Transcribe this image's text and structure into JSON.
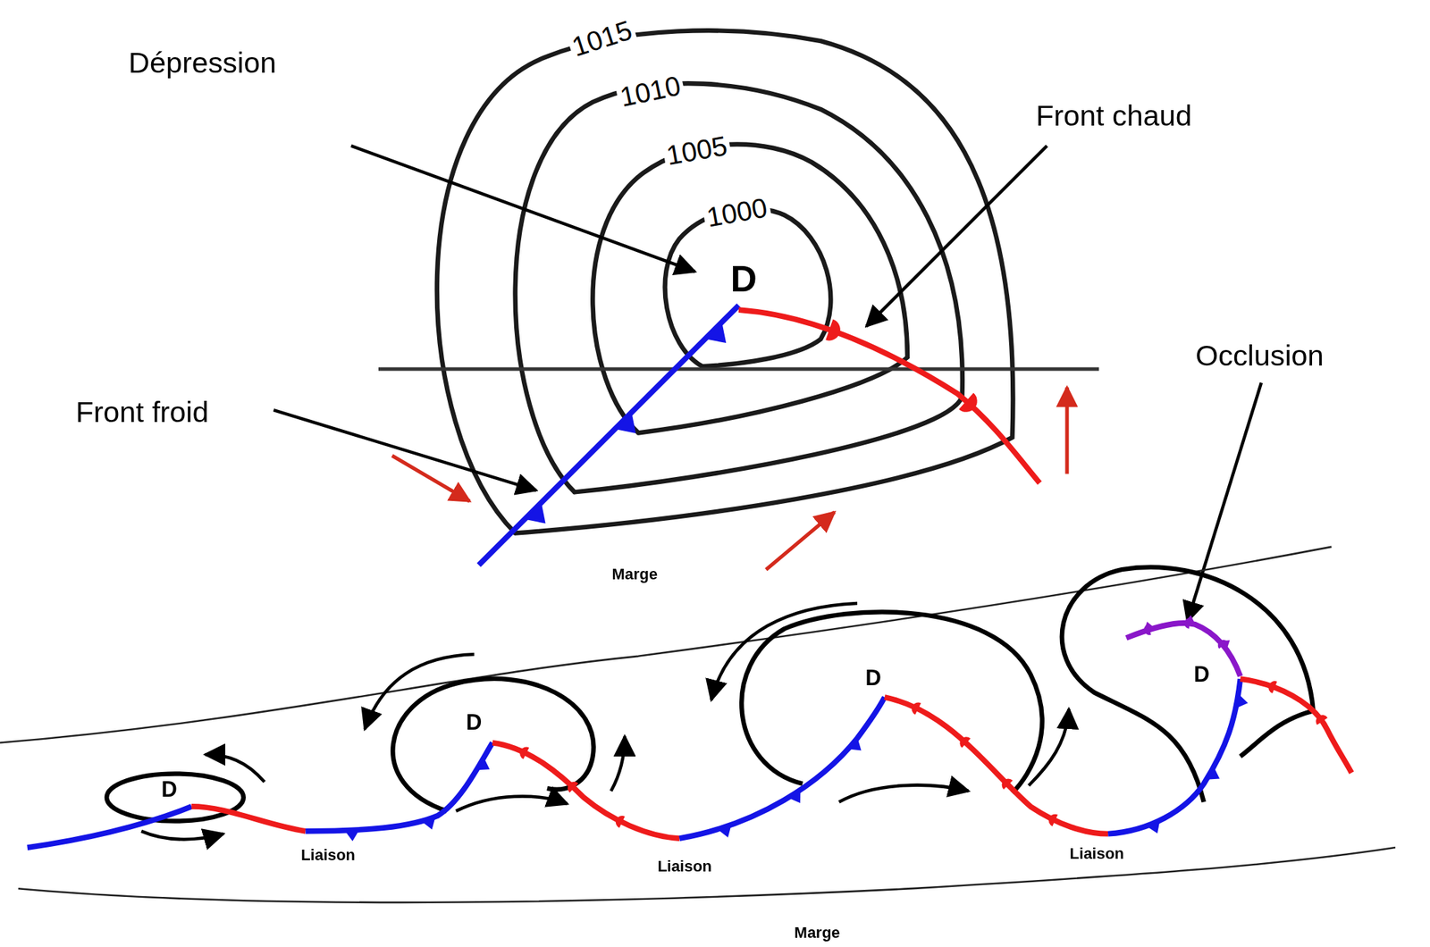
{
  "diagram": {
    "labels": [
      "Dépression",
      "Front chaud",
      "Front froid",
      "Occlusion",
      "1015",
      "1010",
      "1005",
      "1000",
      "D",
      "Marge",
      "D",
      "D",
      "D",
      "D",
      "Liaison",
      "Liaison",
      "Liaison",
      "Marge"
    ]
  }
}
